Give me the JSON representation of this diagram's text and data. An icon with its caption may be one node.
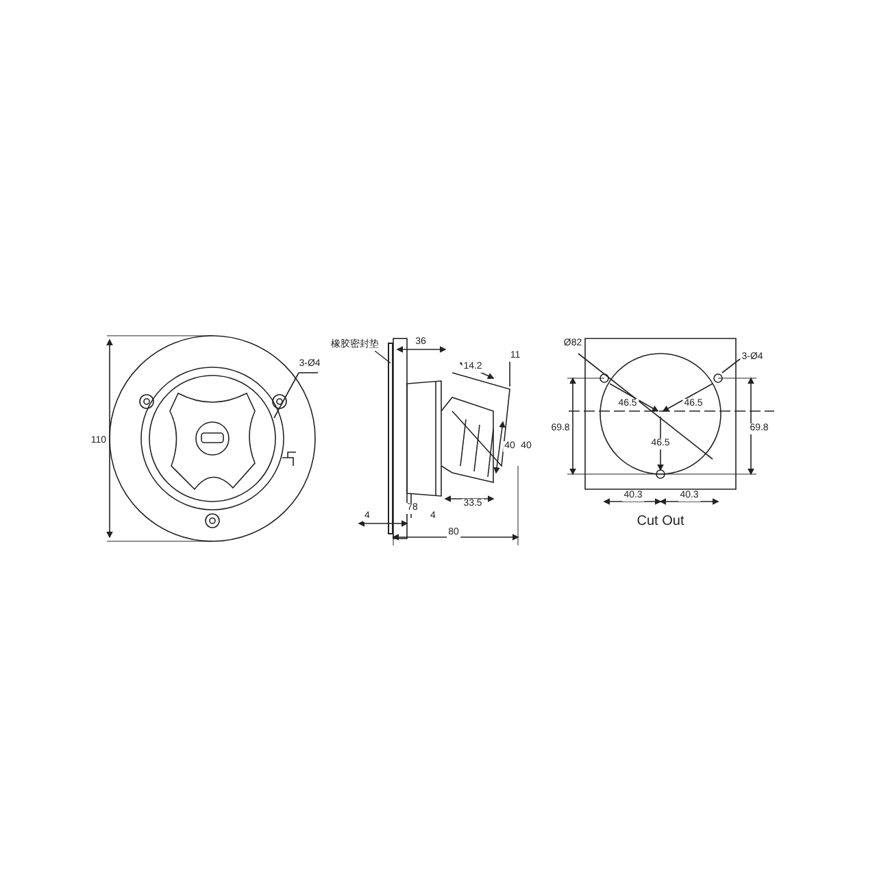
{
  "diagram": {
    "nodes": [
      {
        "text": [
          "橡胶密封垫"
        ]
      },
      {
        "text": [],
        "shape": "bar"
      }
    ],
    "edges": [
      {
        "from": 0,
        "to": 1,
        "arrow": "none"
      }
    ],
    "labels": [
      "110",
      "3-Ø4",
      "36",
      "14.2",
      "11",
      "40",
      "40",
      "78",
      "4",
      "4",
      "33.5",
      "80",
      "Ø82",
      "3-Ø4",
      "46.5",
      "46.5",
      "46.5",
      "69.8",
      "69.8",
      "40.3",
      "40.3",
      "Cut Out"
    ]
  }
}
